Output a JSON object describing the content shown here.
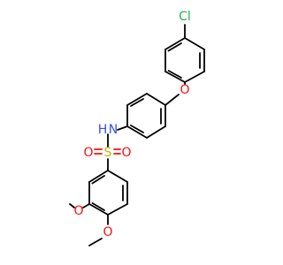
{
  "molecule": {
    "atoms": {
      "cl": {
        "symbol": "Cl",
        "color": "#22B14C"
      },
      "o_ether": {
        "symbol": "O",
        "color": "#FF0D0D"
      },
      "nh": {
        "symbol": "N",
        "h": "H",
        "color": "#3050F8"
      },
      "s": {
        "symbol": "S",
        "color": "#C8B400"
      },
      "o_s_left": {
        "symbol": "O",
        "color": "#FF0D0D"
      },
      "o_s_right": {
        "symbol": "O",
        "color": "#FF0D0D"
      },
      "o_ome3": {
        "symbol": "O",
        "color": "#FF0D0D"
      },
      "o_ome4": {
        "symbol": "O",
        "color": "#FF0D0D"
      }
    },
    "bond_color": "#000000"
  }
}
